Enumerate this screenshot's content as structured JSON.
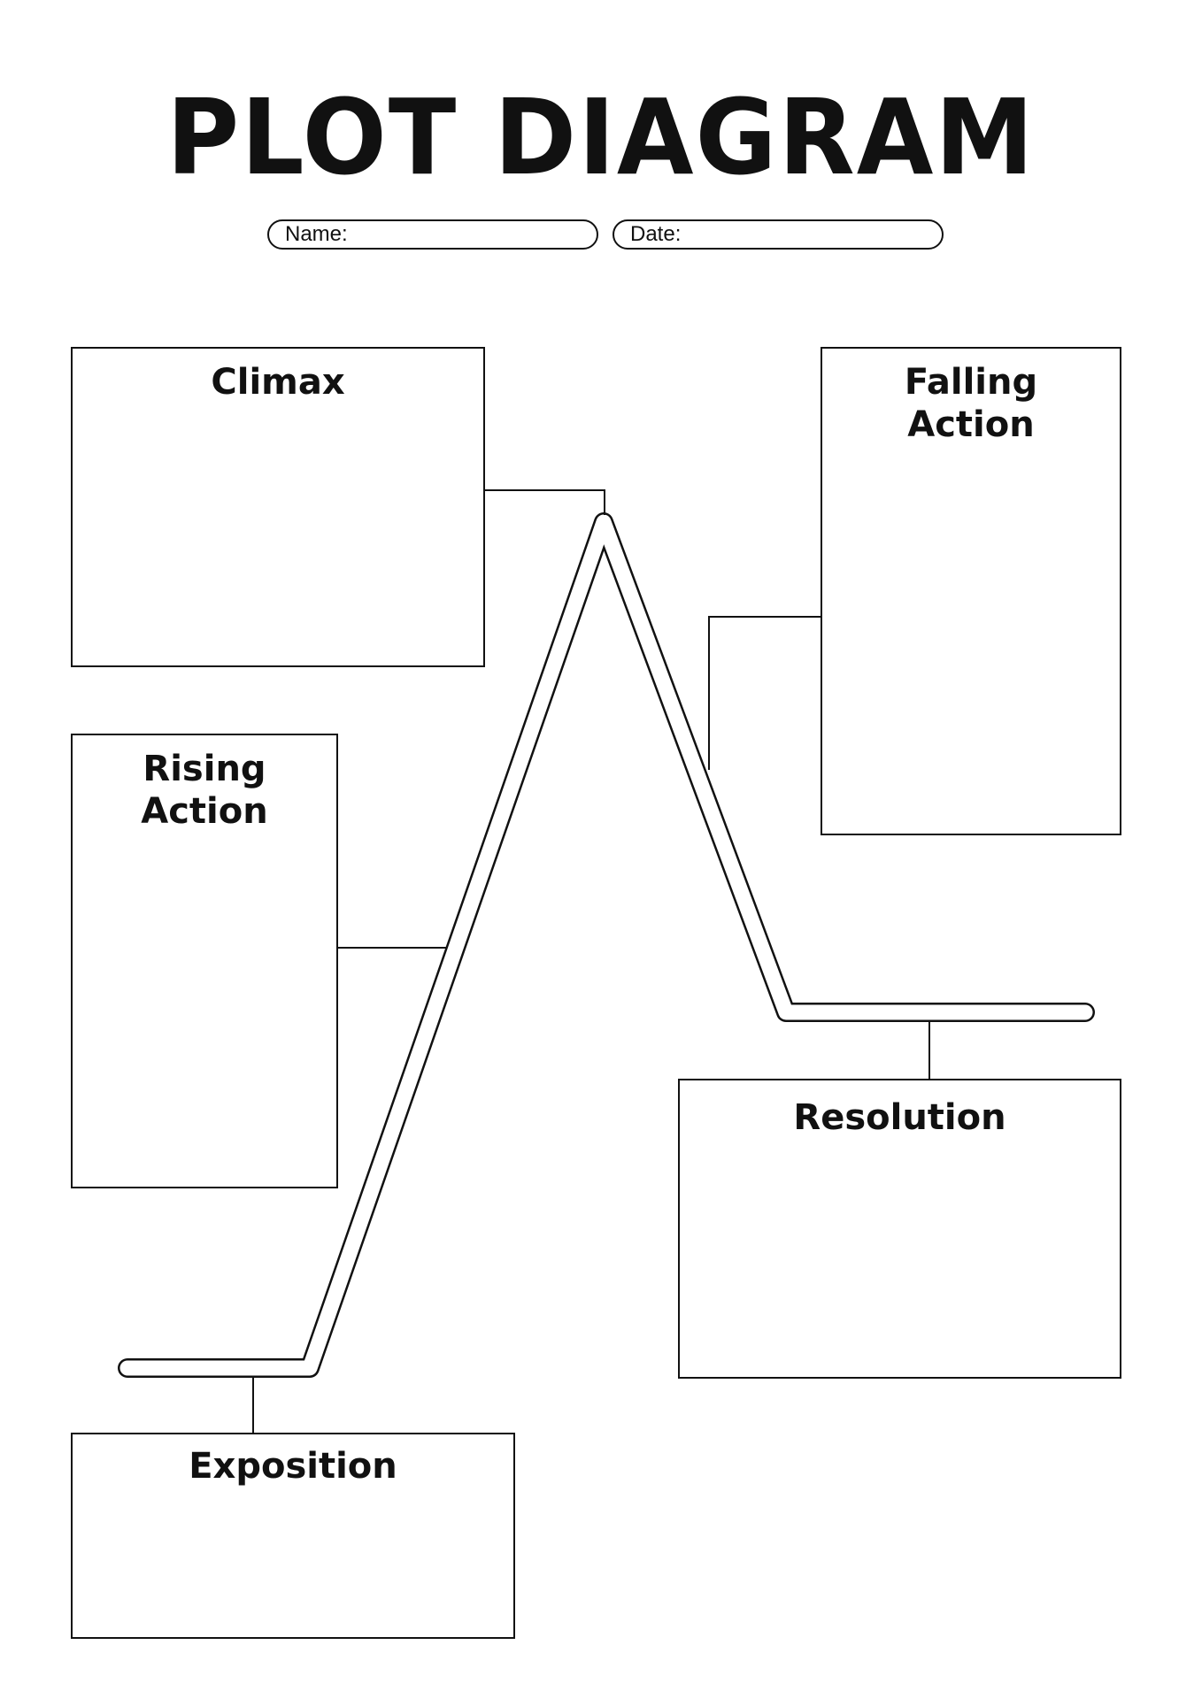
{
  "title": "PLOT DIAGRAM",
  "header": {
    "name_label": "Name:",
    "date_label": "Date:"
  },
  "sections": {
    "climax": "Climax",
    "falling_action": "Falling\nAction",
    "rising_action": "Rising\nAction",
    "resolution": "Resolution",
    "exposition": "Exposition"
  },
  "colors": {
    "ink": "#111111",
    "paper": "#ffffff"
  }
}
